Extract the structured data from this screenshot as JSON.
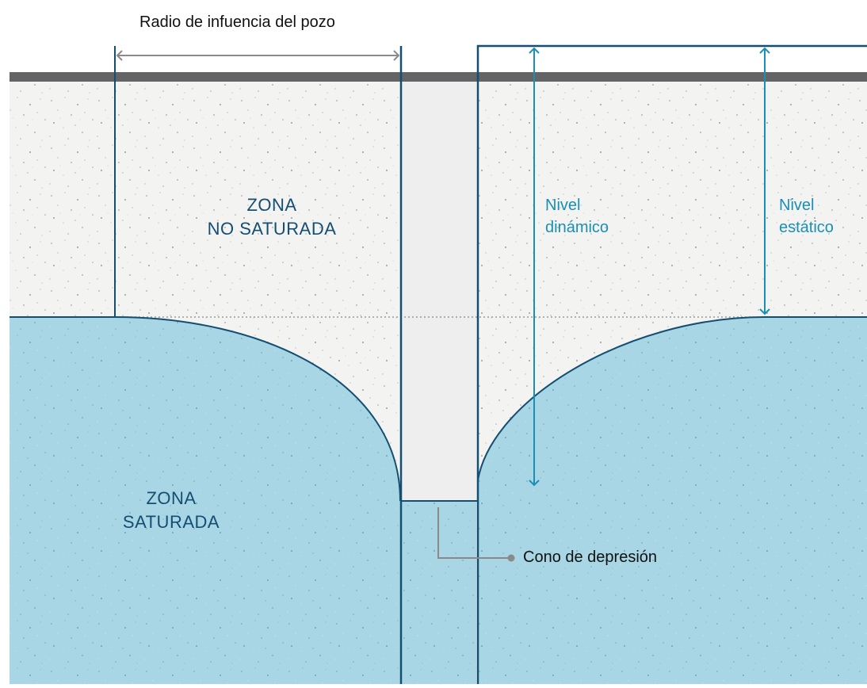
{
  "title": "Radio de infuencia del pozo",
  "zones": {
    "unsaturated": [
      "ZONA",
      "NO SATURADA"
    ],
    "saturated": [
      "ZONA",
      "SATURADA"
    ]
  },
  "levels": {
    "dynamic": [
      "Nivel",
      "dinámico"
    ],
    "static": [
      "Nivel",
      "estático"
    ]
  },
  "cone_label": "Cono de depresión",
  "colors": {
    "ground_surface": "#646366",
    "soil": "#f3f3f1",
    "water": "#a8d6e4",
    "well_casing": "#eeeeef",
    "outline": "#154e73",
    "level_arrows": "#1a8fb5",
    "radius_arrow": "#8a8a8a",
    "zone_text": "#154e73"
  }
}
